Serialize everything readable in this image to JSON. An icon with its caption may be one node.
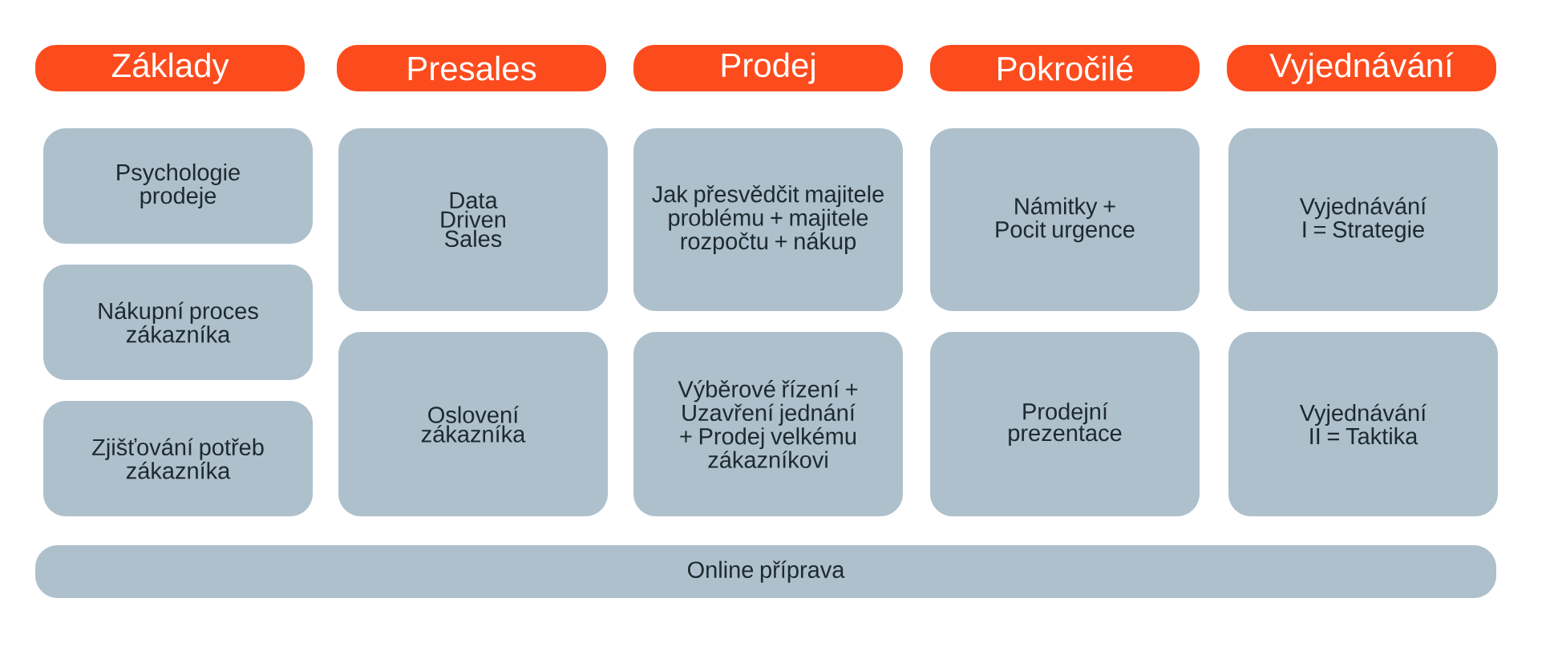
{
  "diagram": {
    "nodes": [
      {
        "text": [
          "Základy"
        ]
      },
      {
        "text": [
          "Presales"
        ]
      },
      {
        "text": [
          "Prodej"
        ]
      },
      {
        "text": [
          "Pokročilé"
        ]
      },
      {
        "text": [
          "Vyjednávání"
        ]
      },
      {
        "text": [
          "Psychologie prodeje"
        ]
      },
      {
        "text": [
          "Nákupní proces zákazníka"
        ]
      },
      {
        "text": [
          "Zjišťování potřeb zákazníka"
        ]
      },
      {
        "text": [
          "Data Driven Sales"
        ]
      },
      {
        "text": [
          "Oslovení zákazníka"
        ]
      },
      {
        "text": [
          "Jak přesvědčit majitele problému + majitele rozpočtu + nákup"
        ]
      },
      {
        "text": [
          "Výběrové řízení + Uzavření jednání + Prodej velkému zákazníkovi"
        ]
      },
      {
        "text": [
          "Námitky + Pocit urgence"
        ]
      },
      {
        "text": [
          "Prodejní prezentace"
        ]
      },
      {
        "text": [
          "Vyjednávání I = Strategie"
        ]
      },
      {
        "text": [
          "Vyjednávání II = Taktika"
        ]
      },
      {
        "text": [
          "Online příprava"
        ]
      }
    ]
  }
}
